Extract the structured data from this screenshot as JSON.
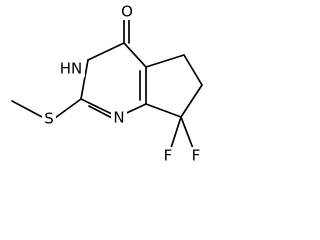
{
  "molecule": {
    "atoms": {
      "oxygen": "O",
      "nh": "HN",
      "nitrogen": "N",
      "sulfur": "S",
      "fluorine_1": "F",
      "fluorine_2": "F"
    }
  }
}
